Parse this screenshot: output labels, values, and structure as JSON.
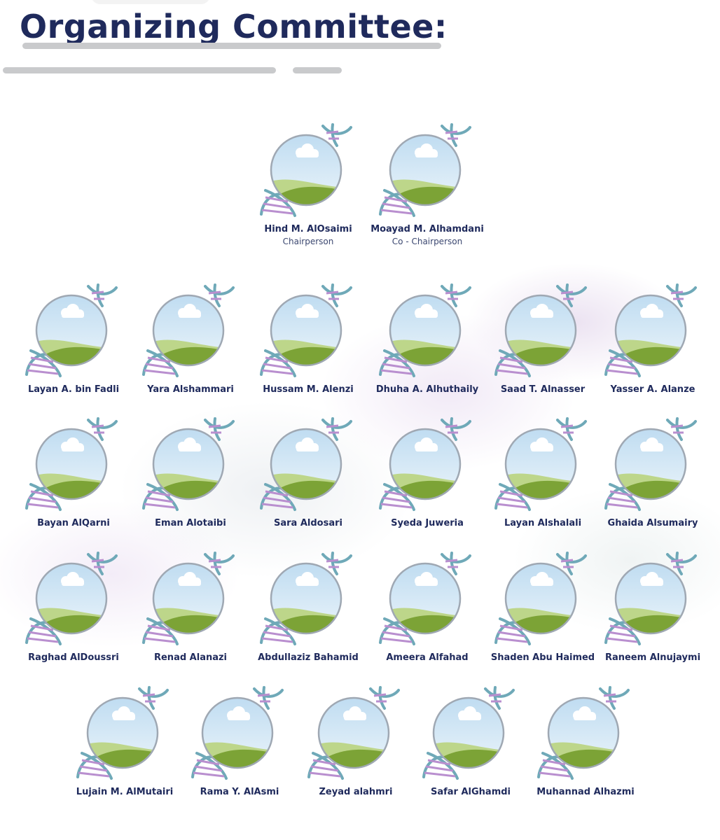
{
  "page": {
    "title": "Organizing Committee:"
  },
  "colors": {
    "title": "#1f2a5c",
    "bar": "#c9cacc",
    "helix_teal": "#6fa9b8",
    "helix_purple": "#b98fcf",
    "sky": "#bfdcf1",
    "hill_light": "#bdd68a",
    "hill_dark": "#7ca336"
  },
  "icon": "dna-globe-placeholder-avatar-icon",
  "leaders": [
    {
      "name": "Hind M. AlOsaimi",
      "role": "Chairperson"
    },
    {
      "name": "Moayad M. Alhamdani",
      "role": "Co - Chairperson"
    }
  ],
  "rows": [
    [
      {
        "name": "Layan A. bin Fadli"
      },
      {
        "name": "Yara Alshammari"
      },
      {
        "name": "Hussam M. Alenzi"
      },
      {
        "name": "Dhuha A. Alhuthaily"
      },
      {
        "name": "Saad T. Alnasser"
      },
      {
        "name": "Yasser A. Alanze"
      }
    ],
    [
      {
        "name": "Bayan AlQarni"
      },
      {
        "name": "Eman Alotaibi"
      },
      {
        "name": "Sara Aldosari"
      },
      {
        "name": "Syeda Juweria"
      },
      {
        "name": "Layan Alshalali"
      },
      {
        "name": "Ghaida Alsumairy"
      }
    ],
    [
      {
        "name": "Raghad AlDoussri"
      },
      {
        "name": "Renad Alanazi"
      },
      {
        "name": "Abdullaziz Bahamid"
      },
      {
        "name": "Ameera Alfahad"
      },
      {
        "name": "Shaden Abu Haimed"
      },
      {
        "name": "Raneem Alnujaymi"
      }
    ],
    [
      {
        "name": "Lujain M. AlMutairi"
      },
      {
        "name": "Rama Y. AlAsmi"
      },
      {
        "name": "Zeyad alahmri"
      },
      {
        "name": "Safar AlGhamdi"
      },
      {
        "name": "Muhannad Alhazmi"
      }
    ]
  ]
}
